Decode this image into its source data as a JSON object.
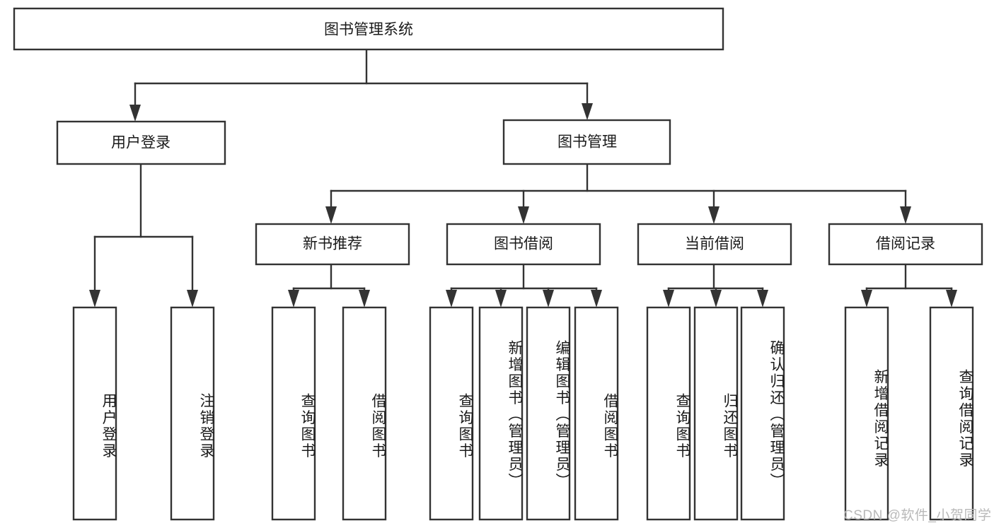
{
  "diagram": {
    "title": "图书管理系统",
    "type": "tree-hierarchy-chart",
    "colors": {
      "box_stroke": "#333333",
      "box_fill": "#ffffff",
      "connector": "#333333",
      "text": "#1a1a1a",
      "background": "#ffffff",
      "watermark": "#b9b9b9"
    },
    "root": {
      "label": "图书管理系统",
      "orientation": "horizontal"
    },
    "level2": [
      {
        "label": "用户登录",
        "orientation": "horizontal"
      },
      {
        "label": "图书管理",
        "orientation": "horizontal"
      }
    ],
    "level3": [
      {
        "label": "新书推荐",
        "orientation": "horizontal"
      },
      {
        "label": "图书借阅",
        "orientation": "horizontal"
      },
      {
        "label": "当前借阅",
        "orientation": "horizontal"
      },
      {
        "label": "借阅记录",
        "orientation": "horizontal"
      }
    ],
    "leaves": {
      "user_login": [
        {
          "label": "用户登录",
          "orientation": "vertical"
        },
        {
          "label": "注销登录",
          "orientation": "vertical"
        }
      ],
      "new_book_recommend": [
        {
          "label": "查询图书",
          "orientation": "vertical"
        },
        {
          "label": "借阅图书",
          "orientation": "vertical"
        }
      ],
      "book_borrow": [
        {
          "label": "查询图书",
          "orientation": "vertical"
        },
        {
          "label": "新增图书（管理员）",
          "orientation": "vertical"
        },
        {
          "label": "编辑图书（管理员）",
          "orientation": "vertical"
        },
        {
          "label": "借阅图书",
          "orientation": "vertical"
        }
      ],
      "current_borrow": [
        {
          "label": "查询图书",
          "orientation": "vertical"
        },
        {
          "label": "归还图书",
          "orientation": "vertical"
        },
        {
          "label": "确认归还（管理员）",
          "orientation": "vertical"
        }
      ],
      "borrow_record": [
        {
          "label": "新增借阅记录",
          "orientation": "vertical"
        },
        {
          "label": "查询借阅记录",
          "orientation": "vertical"
        }
      ]
    }
  },
  "watermark": {
    "text": "CSDN @软件_小贺同学"
  }
}
